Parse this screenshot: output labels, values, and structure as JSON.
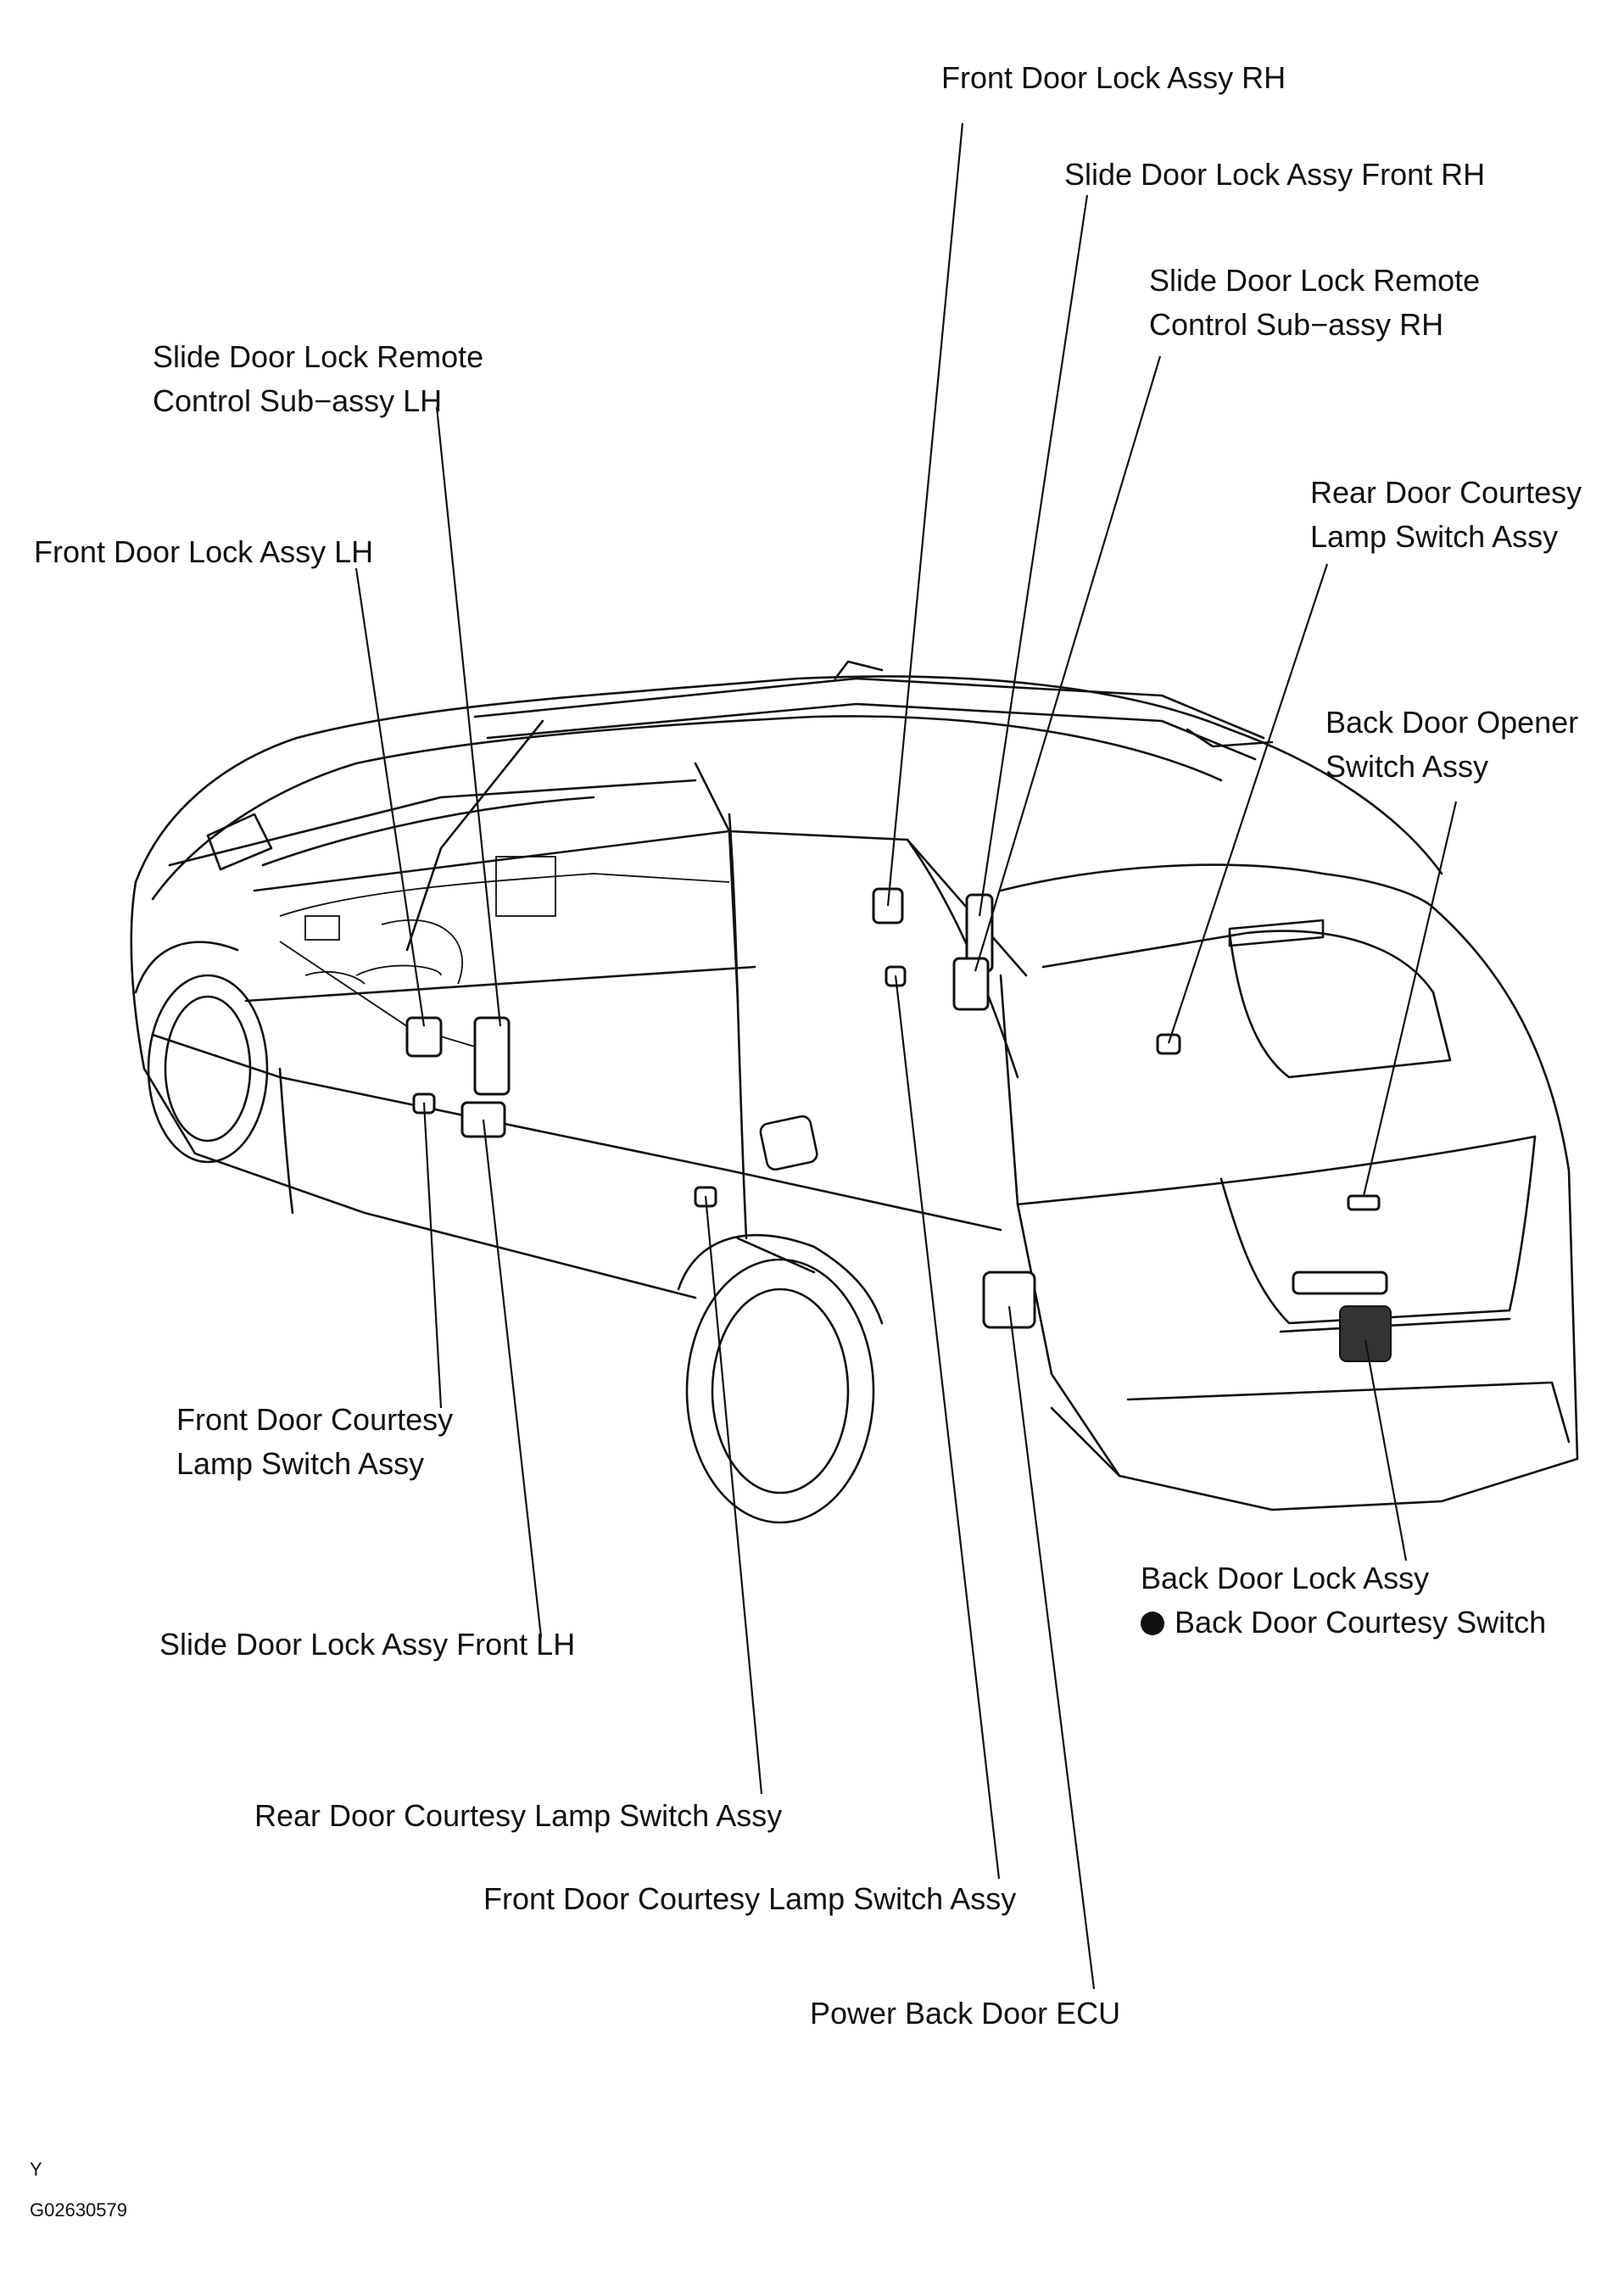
{
  "labels": {
    "front_door_lock_rh": "Front Door Lock Assy RH",
    "slide_door_lock_front_rh": "Slide Door Lock Assy Front RH",
    "slide_remote_rh_line1": "Slide Door Lock Remote",
    "slide_remote_rh_line2": "Control Sub−assy RH",
    "slide_remote_lh_line1": "Slide Door Lock Remote",
    "slide_remote_lh_line2": "Control Sub−assy LH",
    "rear_courtesy_rh_line1": "Rear Door Courtesy",
    "rear_courtesy_rh_line2": "Lamp Switch Assy",
    "front_door_lock_lh": "Front Door Lock Assy LH",
    "back_door_opener_line1": "Back Door Opener",
    "back_door_opener_line2": "Switch Assy",
    "front_courtesy_lh_line1": "Front Door Courtesy",
    "front_courtesy_lh_line2": "Lamp Switch Assy",
    "back_door_lock": "Back Door Lock Assy",
    "back_door_courtesy_switch": "Back Door Courtesy Switch",
    "slide_door_lock_front_lh": "Slide Door Lock Assy Front LH",
    "rear_courtesy_lamp_switch": "Rear Door Courtesy Lamp Switch Assy",
    "front_courtesy_lamp_switch": "Front Door Courtesy Lamp Switch Assy",
    "power_back_door_ecu": "Power Back Door ECU"
  },
  "footer": {
    "code_letter": "Y",
    "figure_id": "G02630579"
  }
}
